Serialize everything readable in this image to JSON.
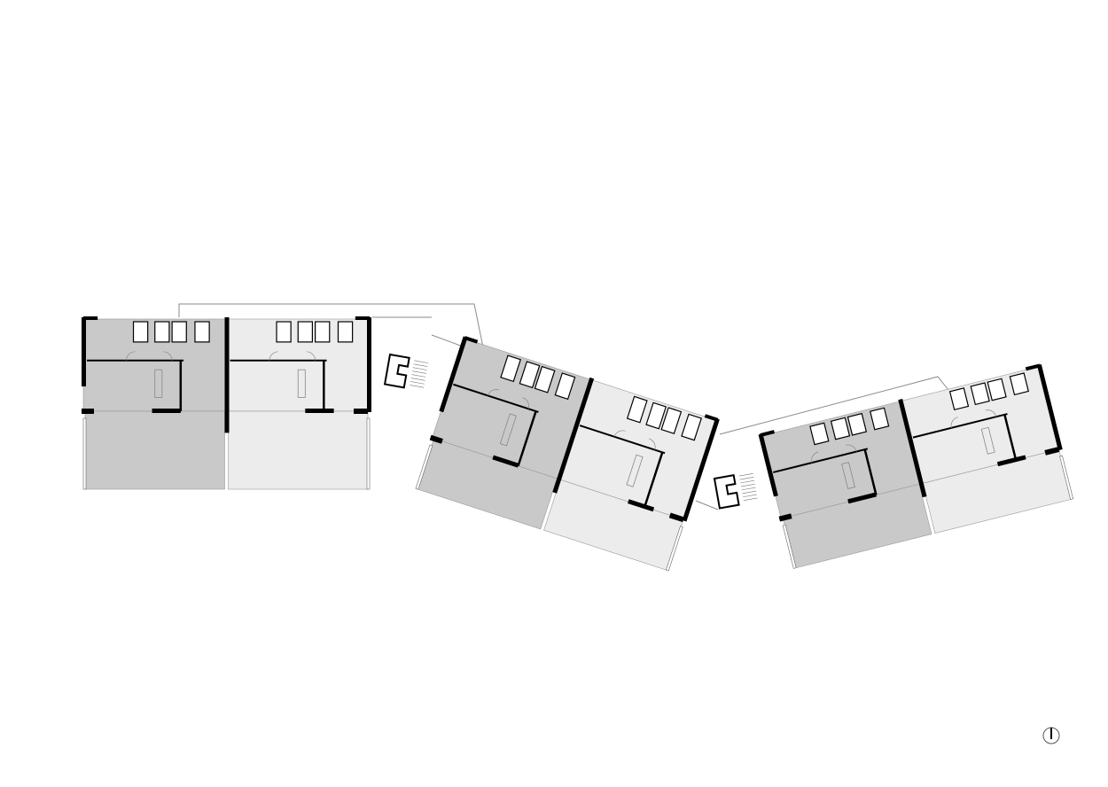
{
  "drawing": {
    "colors": {
      "unit_dark": "#c9c9c9",
      "unit_light": "#ececec",
      "wall": "#000000",
      "line": "#8a8a8a",
      "background": "#ffffff"
    },
    "buildings": [
      {
        "id": "west",
        "units": [
          "dark",
          "light"
        ]
      },
      {
        "id": "middle",
        "units": [
          "dark",
          "light"
        ]
      },
      {
        "id": "east",
        "units": [
          "dark",
          "light"
        ]
      }
    ],
    "north_arrow_icon": "north-arrow-icon"
  }
}
